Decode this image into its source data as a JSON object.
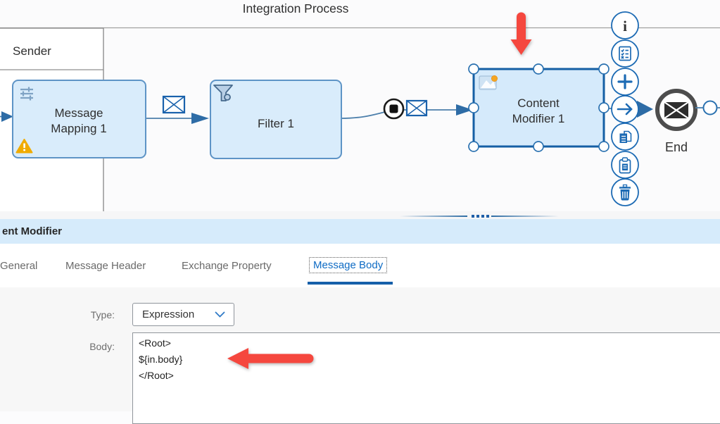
{
  "diagram": {
    "title": "Integration Process",
    "sender": {
      "label": "Sender"
    },
    "nodes": {
      "message_mapping": {
        "label_lines": [
          "Message",
          "Mapping 1"
        ],
        "icon": "mapping-icon",
        "status_icon": "warning-icon"
      },
      "filter": {
        "label": "Filter 1",
        "icon": "filter-icon"
      },
      "content_modifier": {
        "label_lines": [
          "Content",
          "Modifier 1"
        ],
        "icon": "content-modifier-icon",
        "selected": true
      },
      "end_event": {
        "label": "End",
        "icon": "envelope-icon"
      }
    },
    "flow_icons": [
      "message-envelope-icon",
      "terminate-icon",
      "message-envelope-icon"
    ],
    "toolbar": {
      "items": [
        {
          "icon": "info-icon"
        },
        {
          "icon": "checklist-icon"
        },
        {
          "icon": "plus-icon"
        },
        {
          "icon": "arrow-right-icon"
        },
        {
          "icon": "copy-icon"
        },
        {
          "icon": "paste-icon"
        },
        {
          "icon": "trash-icon"
        }
      ]
    },
    "annotations": [
      {
        "type": "arrow-down",
        "color": "#f5473e"
      },
      {
        "type": "arrow-left",
        "color": "#f5473e"
      }
    ]
  },
  "properties_panel": {
    "header_title": "ent Modifier",
    "tabs": [
      {
        "label": "General",
        "active": false
      },
      {
        "label": "Message Header",
        "active": false
      },
      {
        "label": "Exchange Property",
        "active": false
      },
      {
        "label": "Message Body",
        "active": true
      }
    ],
    "form": {
      "type_label": "Type:",
      "type_value": "Expression",
      "body_label": "Body:",
      "body_value": "<Root>\n${in.body}\n</Root>"
    }
  },
  "colors": {
    "node_fill": "#d9ecfb",
    "node_border": "#5e94c6",
    "selection_border": "#155fa4",
    "connector": "#4c7fab",
    "toolbar_blue": "#1d6bb4",
    "panel_header_bg": "#d6ebfb",
    "tab_active": "#0e6bc4",
    "tab_underline": "#155fa9",
    "annotation_red": "#f5473e",
    "warning_orange": "#f0ab00"
  }
}
